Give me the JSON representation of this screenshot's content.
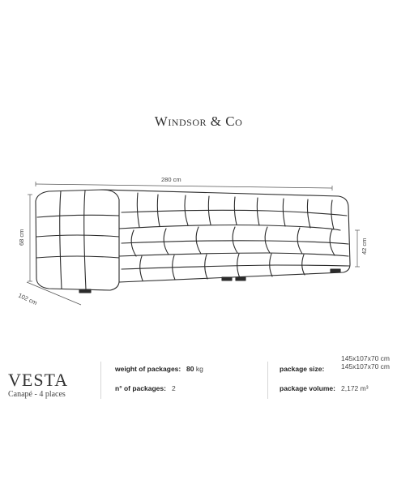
{
  "brand": {
    "first_initial": "W",
    "first_rest": "INDSOR",
    "amp": " & ",
    "second_initial": "C",
    "second_rest": "O"
  },
  "dimensions": {
    "width": "280 cm",
    "height": "68 cm",
    "depth": "102 cm",
    "seat_height": "42 cm"
  },
  "product": {
    "name": "VESTA",
    "subtitle": "Canapé - 4 places"
  },
  "specs": {
    "weight_label": "weight of packages:",
    "weight_value": "80",
    "weight_unit": "kg",
    "count_label": "n° of packages:",
    "count_value": "2",
    "size_label": "package size:",
    "size_value_1": "145x107x70 cm",
    "size_value_2": "145x107x70 cm",
    "volume_label": "package volume:",
    "volume_value": "2,172 m³"
  },
  "colors": {
    "line": "#2b2b2b",
    "dim_line": "#555555",
    "separator": "#d6d6d6"
  }
}
